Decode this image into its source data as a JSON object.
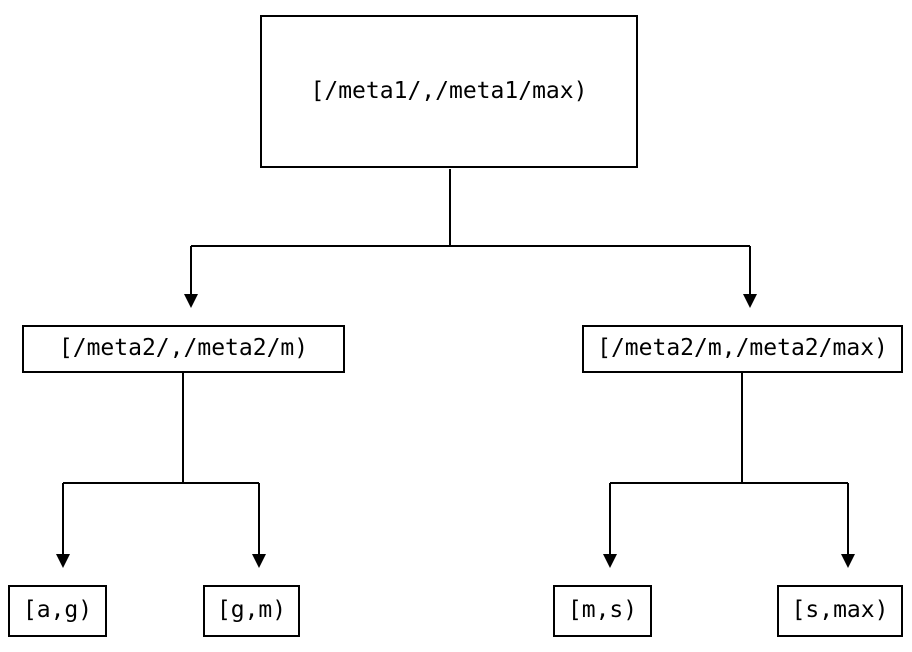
{
  "diagram": {
    "type": "binary-interval-tree",
    "background_color": "#ffffff",
    "line_color": "#000000",
    "text_color": "#000000"
  },
  "nodes": {
    "root": {
      "label": "[/meta1/,/meta1/max)"
    },
    "level2_left": {
      "label": "[/meta2/,/meta2/m)"
    },
    "level2_right": {
      "label": "[/meta2/m,/meta2/max)"
    },
    "leaf_a_g": {
      "label": "[a,g)"
    },
    "leaf_g_m": {
      "label": "[g,m)"
    },
    "leaf_m_s": {
      "label": "[m,s)"
    },
    "leaf_s_max": {
      "label": "[s,max)"
    }
  },
  "edges": [
    {
      "from": "root",
      "to": "level2_left"
    },
    {
      "from": "root",
      "to": "level2_right"
    },
    {
      "from": "level2_left",
      "to": "leaf_a_g"
    },
    {
      "from": "level2_left",
      "to": "leaf_g_m"
    },
    {
      "from": "level2_right",
      "to": "leaf_m_s"
    },
    {
      "from": "level2_right",
      "to": "leaf_s_max"
    }
  ]
}
